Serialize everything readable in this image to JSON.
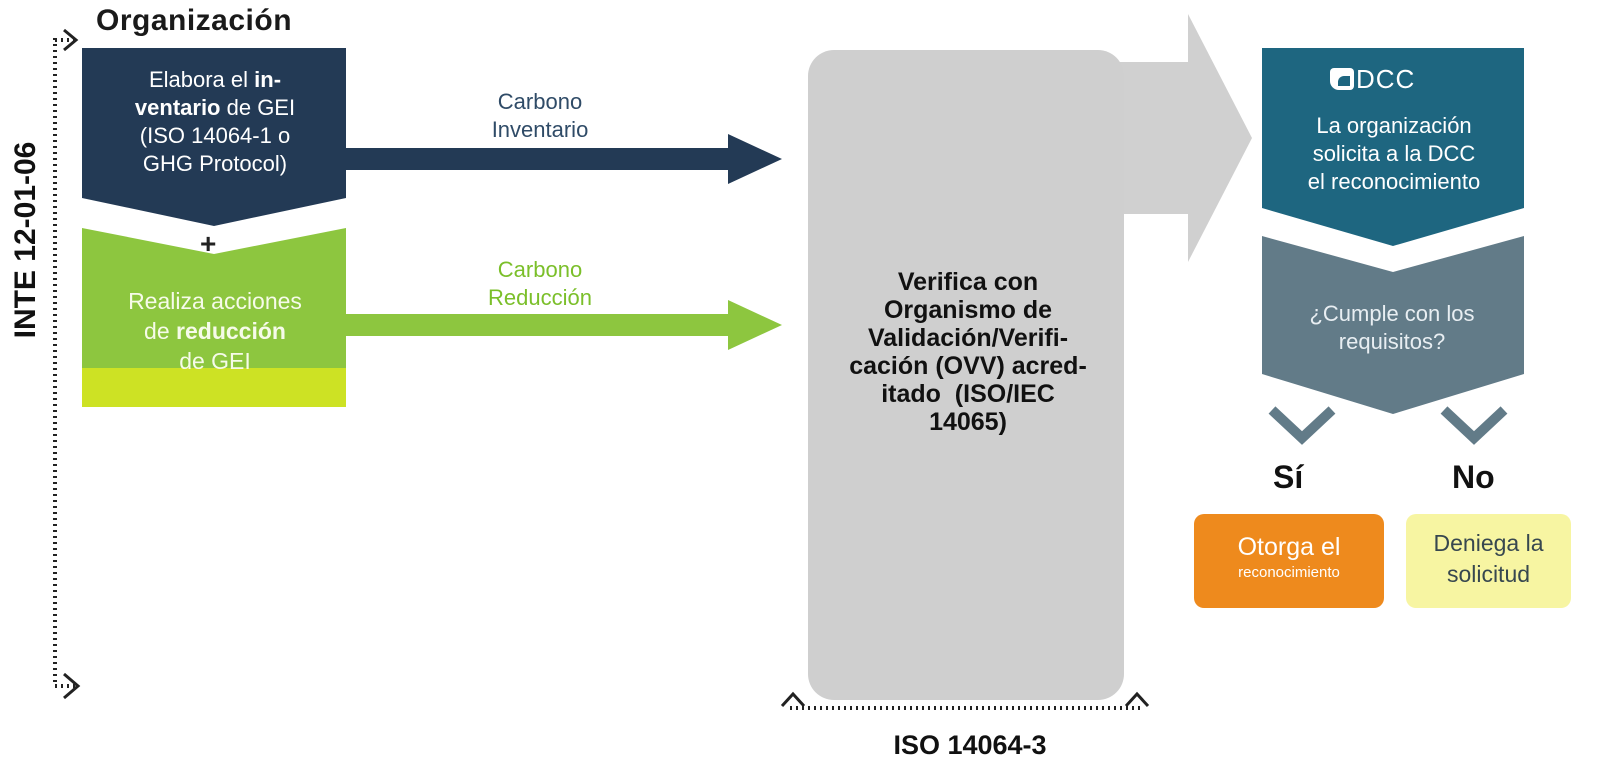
{
  "organization_title": "Organización",
  "side_label": "INTE 12-01-06",
  "plus_sign": "+",
  "inventory_box": {
    "pre": "Elabora el ",
    "bold1": "in-",
    "bold2": "ventario",
    "post": " de GEI",
    "line3": "(ISO 14064-1 o",
    "line4": "GHG Protocol)"
  },
  "reduction_box": {
    "line1": "Realiza acciones",
    "pre": "de ",
    "bold": "reducción",
    "line3": "de GEI"
  },
  "arrow_inventory": {
    "line1": "Carbono",
    "line2": "Inventario"
  },
  "arrow_reduction": {
    "line1": "Carbono",
    "line2": "Reducción"
  },
  "verification": {
    "lines": [
      "Verifica con",
      "Organismo de",
      "Validación/Verifi-",
      "cación (OVV) acred-",
      "itado  (ISO/IEC",
      "14065)"
    ]
  },
  "iso_standard": "ISO 14064-3",
  "dcc_logo": "DCC",
  "dcc_box": {
    "lines": [
      "La organización",
      "solicita a la DCC",
      "el reconocimiento"
    ]
  },
  "requirements_box": {
    "lines": [
      "¿Cumple con los",
      "requisitos?"
    ]
  },
  "yes_label": "Sí",
  "no_label": "No",
  "grant_box": {
    "line1": "Otorga el",
    "line2": "reconocimiento"
  },
  "deny_box": {
    "line1": "Deniega la",
    "line2": "solicitud"
  },
  "colors": {
    "navy": "#233a55",
    "green": "#8dc63f",
    "lime": "#cde224",
    "gray_panel": "#cfcfcf",
    "teal": "#1e6680",
    "slate": "#627b88",
    "orange": "#ee8a1d",
    "pale_yellow": "#f7f5a2"
  }
}
